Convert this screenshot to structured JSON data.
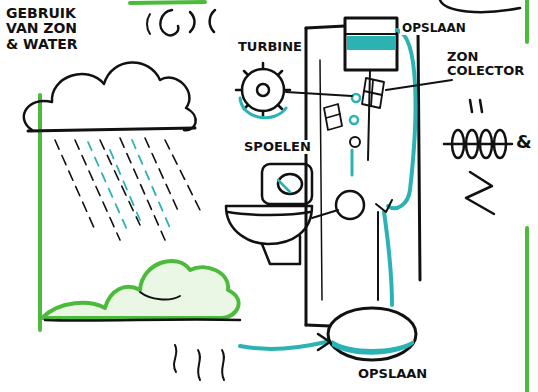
{
  "diagram": {
    "title": "GEBRUIK VAN ZON & WATER",
    "labels": [
      "TURBINE",
      "OPSLAAN",
      "ZON COLECTOR",
      "&",
      "SPOELEN",
      "OPSLAAN"
    ]
  }
}
